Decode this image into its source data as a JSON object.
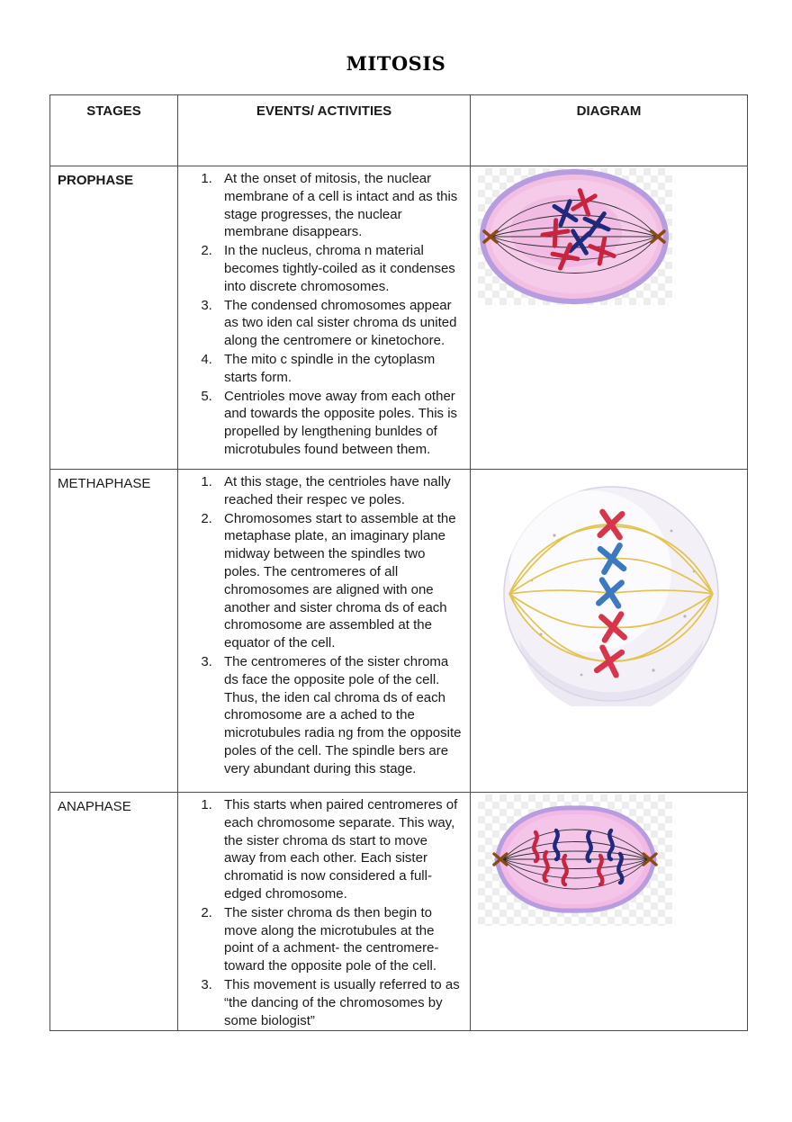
{
  "page": {
    "title": "MITOSIS"
  },
  "table": {
    "headers": [
      "STAGES",
      "EVENTS/ ACTIVITIES",
      "DIAGRAM"
    ],
    "rows": [
      {
        "stage": "PROPHASE",
        "events": [
          "At the onset of mitosis, the nuclear membrane of a cell is intact and as this stage progresses, the nuclear membrane disappears.",
          "In the nucleus, chroma n material becomes tightly-coiled as it condenses into discrete chromosomes.",
          "The condensed chromosomes appear as two iden cal sister chroma ds united along the centromere or kinetochore.",
          "The mito c spindle in the cytoplasm starts form.",
          "Centrioles move away from each other and towards the opposite poles. This is propelled by lengthening bunldes of microtubules found between them."
        ],
        "diagram": "prophase-cell-illustration"
      },
      {
        "stage": "METHAPHASE",
        "events": [
          "At this stage, the centrioles have  nally reached their respec ve poles.",
          "Chromosomes start to assemble at the metaphase plate, an imaginary plane midway between the spindles two poles. The centromeres of all chromosomes are aligned with one another and sister chroma ds of each chromosome are assembled at the equator of the cell.",
          "The centromeres of the sister chroma ds face the opposite pole of the cell. Thus, the iden cal chroma ds of each chromosome are a ached to the microtubules radia ng from the opposite poles of the cell. The spindle  bers are very abundant during this stage."
        ],
        "diagram": "metaphase-cell-illustration"
      },
      {
        "stage": "ANAPHASE",
        "events": [
          "This starts when paired centromeres of each chromosome separate. This way, the sister chroma ds start to move away from each other. Each sister chromatid is now considered a full- edged chromosome.",
          "The sister chroma ds then begin to move along the microtubules at the point of a achment- the centromere- toward the opposite pole of the cell.",
          "This movement is usually referred to as “the dancing of the chromosomes by some biologist”"
        ],
        "diagram": "anaphase-cell-illustration"
      }
    ],
    "colors": {
      "chromosome_red": "#c9243f",
      "chromosome_navy": "#1f2a7d",
      "metaphase_blue": "#3b79c0",
      "cell_pink": "#f2bfe3",
      "membrane_violet": "#b79ce0",
      "spindle_yellow": "#e3c34c",
      "centriole_brown": "#8a4a14"
    }
  }
}
